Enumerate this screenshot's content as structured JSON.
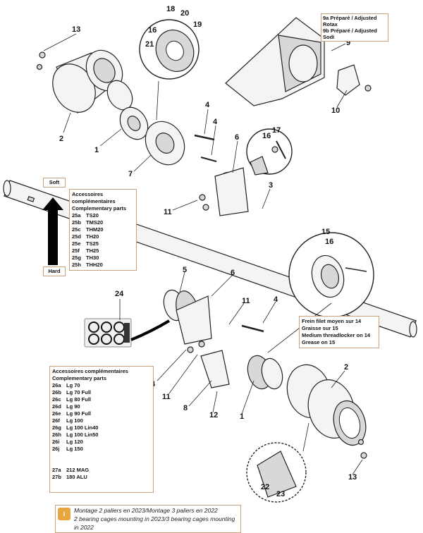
{
  "callouts": {
    "c1a": "1",
    "c1b": "1",
    "c2a": "2",
    "c2b": "2",
    "c3": "3",
    "c4a": "4",
    "c4b": "4",
    "c4c": "4",
    "c4d": "4",
    "c5": "5",
    "c6a": "6",
    "c6b": "6",
    "c7": "7",
    "c8": "8",
    "c9": "9",
    "c10": "10",
    "c11a": "11",
    "c11b": "11",
    "c11c": "11",
    "c12": "12",
    "c13a": "13",
    "c13b": "13",
    "c15": "15",
    "c16a": "16",
    "c16b": "16",
    "c16c": "16",
    "c17": "17",
    "c18": "18",
    "c19": "19",
    "c20": "20",
    "c21": "21",
    "c22": "22",
    "c23": "23",
    "c24": "24"
  },
  "variants": {
    "line1": "9a Préparé / Adjusted Rotax",
    "line2": "9b Préparé / Adjusted Sodi"
  },
  "hardness": {
    "soft": "Soft",
    "hard": "Hard"
  },
  "accessories_axle": {
    "title_fr": "Accessoires complémentaires",
    "title_en": "Complementary parts",
    "items": [
      {
        "code": "25a",
        "label": "TS20"
      },
      {
        "code": "25b",
        "label": "TMS20"
      },
      {
        "code": "25c",
        "label": "THM20"
      },
      {
        "code": "25d",
        "label": "TH20"
      },
      {
        "code": "25e",
        "label": "TS25"
      },
      {
        "code": "25f",
        "label": "TH25"
      },
      {
        "code": "25g",
        "label": "TH30"
      },
      {
        "code": "25h",
        "label": "THH20"
      }
    ]
  },
  "threadlocker": {
    "l1": "Frein filet moyen sur 14",
    "l2": "Graisse sur 15",
    "l3": "Medium threadlocker on 14",
    "l4": "Grease on 15"
  },
  "accessories_hub": {
    "title_fr": "Accessoires complémentaires",
    "title_en": "Complementary parts",
    "items": [
      {
        "code": "26a",
        "label": "Lg 70"
      },
      {
        "code": "26b",
        "label": "Lg 70 Full"
      },
      {
        "code": "26c",
        "label": "Lg 80 Full"
      },
      {
        "code": "26d",
        "label": "Lg 90"
      },
      {
        "code": "26e",
        "label": "Lg 90 Full"
      },
      {
        "code": "26f",
        "label": "Lg 100"
      },
      {
        "code": "26g",
        "label": "Lg 100 Lin40"
      },
      {
        "code": "26h",
        "label": "Lg 100 Lin50"
      },
      {
        "code": "26i",
        "label": "Lg 120"
      },
      {
        "code": "26j",
        "label": "Lg 150"
      }
    ],
    "extra": [
      {
        "code": "27a",
        "label": "212 MAG"
      },
      {
        "code": "27b",
        "label": "180 ALU"
      }
    ]
  },
  "footnote": {
    "l1": "Montage 2 paliers en 2023/Montage 3 paliers en 2022",
    "l2": "2 bearing cages mounting in 2023/3 bearing cages mounting in 2022"
  }
}
